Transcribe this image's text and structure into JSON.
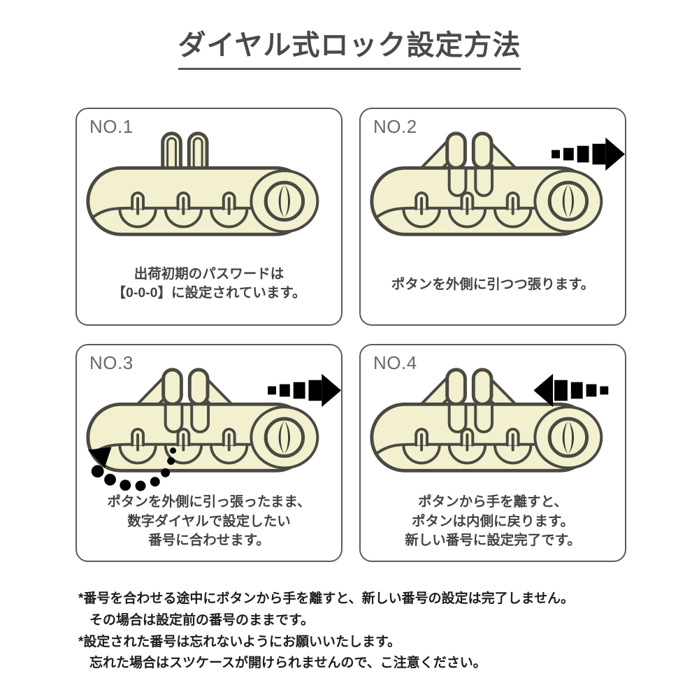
{
  "page": {
    "title": "ダイヤル式ロック設定方法",
    "background_color": "#ffffff",
    "title_color": "#4a4a4a",
    "panel_border_color": "#5b5b5b",
    "lock_body_fill": "#f2f0cf",
    "lock_stroke_color": "#4a4a42",
    "arrow_color": "#000000"
  },
  "panels": [
    {
      "label": "NO.1",
      "caption_lines": [
        "出荷初期のパスワードは",
        "【0-0-0】に設定されています。"
      ],
      "state": "buttons-inward",
      "arrow": "none",
      "dials": 3,
      "buttons": 2
    },
    {
      "label": "NO.2",
      "caption_lines": [
        "ポタンを外側に引つつ張ります。"
      ],
      "state": "buttons-pulled-out",
      "arrow": "right",
      "dials": 3,
      "buttons": 2
    },
    {
      "label": "NO.3",
      "caption_lines": [
        "ポタンを外側に引っ張ったまま、",
        "数字ダイヤルで設定したい",
        "番号に合わせます。"
      ],
      "state": "buttons-pulled-out-rotate-dials",
      "arrow": "right",
      "dial_rotation_indicator": "dotted-arc-arrow",
      "dials": 3,
      "buttons": 2
    },
    {
      "label": "NO.4",
      "caption_lines": [
        "ポタンから手を離すと、",
        "ポタンは内側に戻ります。",
        "新しい番号に設定完了です。"
      ],
      "state": "buttons-released",
      "arrow": "left",
      "dials": 3,
      "buttons": 2
    }
  ],
  "notes": [
    "*番号を合わせる途中にボタンから手を離すと、新しい番号の設定は完了しません。",
    "その場合は設定前の番号のままです。",
    "*設定された番号は忘れないようにお願いいたします。",
    "忘れた場合はスツケースが開けられませんので、こ注意ください。"
  ]
}
